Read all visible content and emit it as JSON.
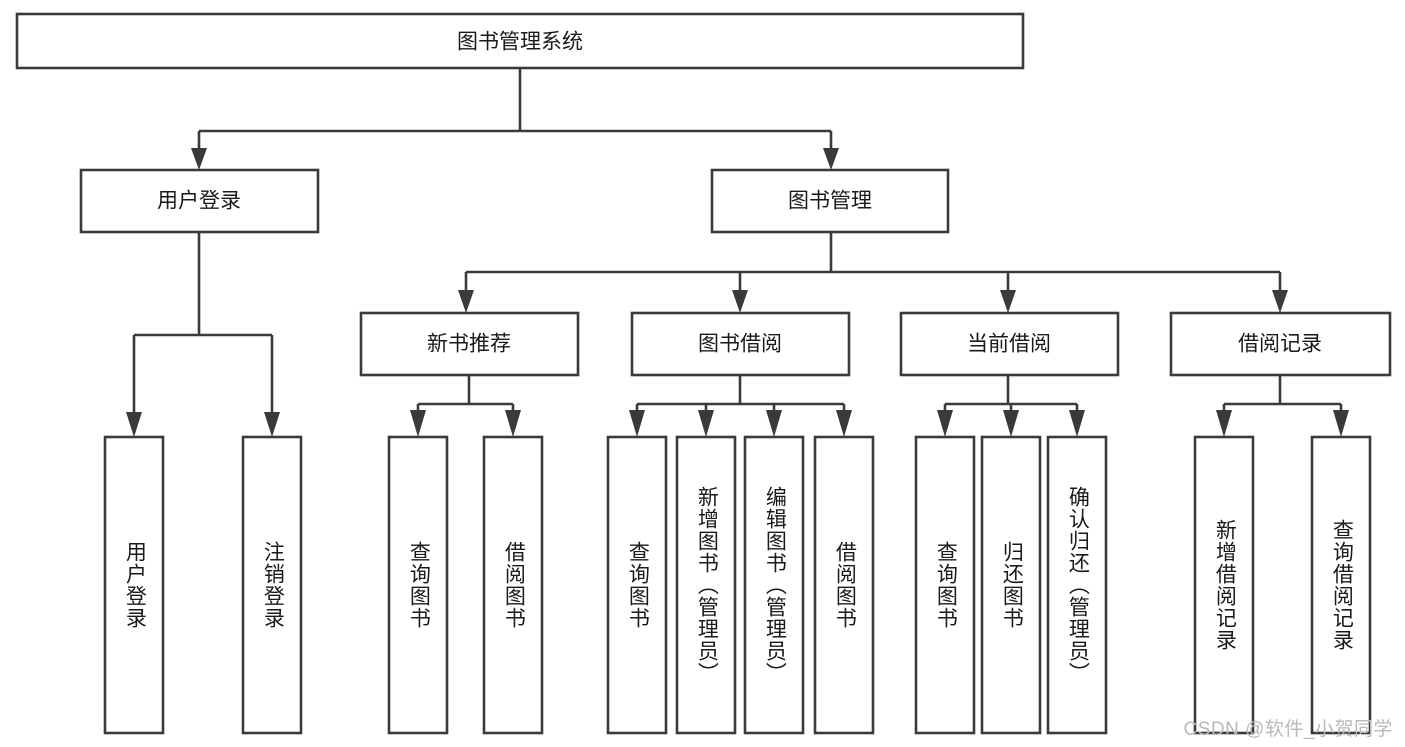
{
  "diagram": {
    "type": "tree",
    "title": "图书管理系统",
    "style": {
      "line_color": "#3a3a3a",
      "box_fill": "#ffffff",
      "text_color": "#1a1a1a",
      "background": "#ffffff"
    },
    "root": {
      "label": "图书管理系统"
    },
    "level2": [
      {
        "label": "用户登录"
      },
      {
        "label": "图书管理"
      }
    ],
    "level3": [
      {
        "label": "新书推荐"
      },
      {
        "label": "图书借阅"
      },
      {
        "label": "当前借阅"
      },
      {
        "label": "借阅记录"
      }
    ],
    "leaves": {
      "user_login": [
        "用户登录",
        "注销登录"
      ],
      "new_book_recommend": [
        "查询图书",
        "借阅图书"
      ],
      "book_borrow": [
        "查询图书",
        "新增图书（管理员）",
        "编辑图书（管理员）",
        "借阅图书"
      ],
      "current_borrow": [
        "查询图书",
        "归还图书",
        "确认归还（管理员）"
      ],
      "borrow_record": [
        "新增借阅记录",
        "查询借阅记录"
      ]
    }
  },
  "watermark": {
    "text": "CSDN @软件_小贺同学"
  }
}
